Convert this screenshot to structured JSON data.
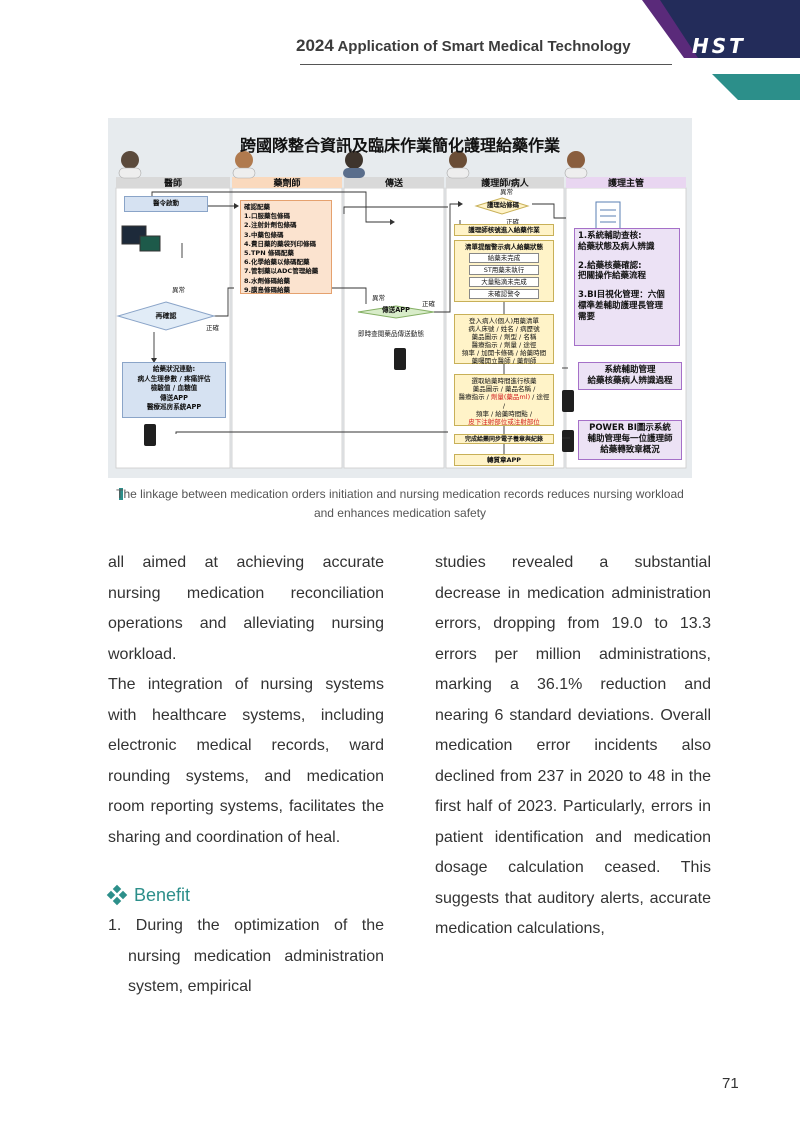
{
  "header": {
    "year": "2024",
    "title": "Application of Smart Medical Technology",
    "logo": "HST"
  },
  "figure": {
    "title": "跨國隊整合資訊及臨床作業簡化護理給藥作業",
    "lanes": [
      "醫師",
      "藥劑師",
      "傳送",
      "護理師/病人",
      "護理主管"
    ],
    "doctor_order": "醫令啟動",
    "pharmacist_steps": [
      "確認配藥",
      "1.口服藥包條碼",
      "2.注射針劑包條碼",
      "3.中藥包條碼",
      "4.費日藥的藥袋列印條碼",
      "5.TPN 條碼配藥",
      "6.化學給藥以條碼配藥",
      "7.管制藥以ADC管理給藥",
      "8.水劑條碼給藥",
      "9.膜島條碼給藥"
    ],
    "reconfirm": "再確認",
    "abnormal": "異常",
    "correct": "正確",
    "status_lines": [
      "給藥狀況連動:",
      "病人生理參數 / 疼痛評估",
      "檢驗值 / 血糖值",
      "傳送APP",
      "醫療巡房系統APP"
    ],
    "transport_app": "傳送APP",
    "transport_note": "即時查閱藥品傳送動態",
    "station_scan": "護理站條碼",
    "nurse_scan_start": "護理師核號進入給藥作業",
    "clear_check": "清單提醒警示病人給藥狀態",
    "status_items": [
      "給藥未完成",
      "ST用藥未執行",
      "大量點滴未完成",
      "未確認警令"
    ],
    "login_header": "登入病人(個人)用藥清單",
    "patient_info": [
      "病人床號 / 姓名 / 病歷號",
      "藥品圖示 / 劑型 / 名稱",
      "醫療指示 / 劑量 / 途徑",
      "頻率 / 加開卡條碼 / 給藥時間",
      "藥囑開立醫師 / 藥劑師"
    ],
    "realtime_check": "選取給藥時間進行核藥",
    "drug_info": [
      "藥品圖示 / 藥品名稱 /",
      "醫療指示 / ",
      "劑量(藥品ml)",
      " / 途徑 /",
      "頻率 / 給藥時間點 /",
      "皮下注射部位或注射部位"
    ],
    "complete_record": "完成給藥同步電子養章與紀錄",
    "nurse_app": "轉質章APP",
    "mgr_box": [
      "1.系統輔助查核:",
      "給藥狀態及病人辨識",
      "",
      "2.給藥核藥確認:",
      "把關操作給藥流程",
      "",
      "3.BI目視化管理：六個",
      "標準差輔助護理長管理",
      "需要"
    ],
    "sys_aux": [
      "系統輔助管理",
      "給藥核藥病人辨識過程"
    ],
    "powerbi": [
      "POWER BI圖示系統",
      "輔助管理每一位護理師",
      "給藥轉致章概況"
    ]
  },
  "caption": "The linkage between medication orders initiation and nursing medication records reduces nursing workload and enhances medication safety",
  "body": {
    "left_para1": "all aimed at achieving accurate nursing medication reconciliation operations and alleviating nursing workload.",
    "left_para2": "The integration of nursing systems with healthcare systems, including electronic medical records, ward rounding systems, and medication room reporting systems, facilitates the sharing and coordination of heal.",
    "benefit_heading": "Benefit",
    "list_item_1": "1. During the optimization of the nursing medication administration system, empirical",
    "right_para": "studies revealed a substantial decrease in medication administration errors, dropping from 19.0 to 13.3 errors per million administrations, marking a 36.1% reduction and nearing 6 standard deviations. Overall medication error incidents also declined from 237 in 2020 to 48 in the first half of 2023. Particularly, errors in patient identification and medication dosage calculation ceased. This suggests that auditory alerts, accurate medication calculations,"
  },
  "page_number": "71",
  "colors": {
    "accent": "#2c8f8a",
    "brand_dark": "#232c5a",
    "brand_purple": "#5a2a7a"
  }
}
